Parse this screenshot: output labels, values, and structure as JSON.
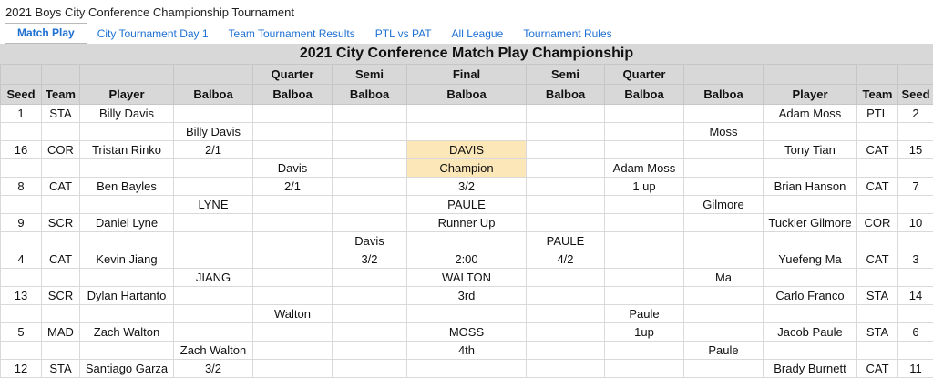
{
  "page": {
    "title": "2021 Boys City Conference Championship Tournament"
  },
  "tabs": [
    {
      "label": "Match Play",
      "active": true
    },
    {
      "label": "City Tournament Day 1",
      "active": false
    },
    {
      "label": "Team Tournament Results",
      "active": false
    },
    {
      "label": "PTL vs PAT",
      "active": false
    },
    {
      "label": "All League",
      "active": false
    },
    {
      "label": "Tournament Rules",
      "active": false
    }
  ],
  "sheet": {
    "title": "2021 City Conference Match Play Championship",
    "round_row": [
      "",
      "",
      "",
      "",
      "Quarter",
      "Semi",
      "Final",
      "Semi",
      "Quarter",
      "",
      "",
      "",
      ""
    ],
    "header_row": [
      "Seed",
      "Team",
      "Player",
      "Balboa",
      "Balboa",
      "Balboa",
      "Balboa",
      "Balboa",
      "Balboa",
      "Balboa",
      "Player",
      "Team",
      "Seed"
    ]
  },
  "grid": {
    "rows": [
      [
        "1",
        "STA",
        "Billy Davis",
        "",
        "",
        "",
        "",
        "",
        "",
        "",
        "Adam Moss",
        "PTL",
        "2"
      ],
      [
        "",
        "",
        "",
        "Billy Davis",
        "",
        "",
        "",
        "",
        "",
        "Moss",
        "",
        "",
        ""
      ],
      [
        "16",
        "COR",
        "Tristan Rinko",
        "2/1",
        "",
        "",
        "DAVIS",
        "",
        "",
        "",
        "Tony Tian",
        "CAT",
        "15"
      ],
      [
        "",
        "",
        "",
        "",
        "Davis",
        "",
        "Champion",
        "",
        "Adam Moss",
        "",
        "",
        "",
        ""
      ],
      [
        "8",
        "CAT",
        "Ben Bayles",
        "",
        "2/1",
        "",
        "3/2",
        "",
        "1 up",
        "",
        "Brian Hanson",
        "CAT",
        "7"
      ],
      [
        "",
        "",
        "",
        "LYNE",
        "",
        "",
        "PAULE",
        "",
        "",
        "Gilmore",
        "",
        "",
        ""
      ],
      [
        "9",
        "SCR",
        "Daniel Lyne",
        "",
        "",
        "",
        "Runner Up",
        "",
        "",
        "",
        "Tuckler Gilmore",
        "COR",
        "10"
      ],
      [
        "",
        "",
        "",
        "",
        "",
        "Davis",
        "",
        "PAULE",
        "",
        "",
        "",
        "",
        ""
      ],
      [
        "4",
        "CAT",
        "Kevin Jiang",
        "",
        "",
        "3/2",
        "2:00",
        "4/2",
        "",
        "",
        "Yuefeng Ma",
        "CAT",
        "3"
      ],
      [
        "",
        "",
        "",
        "JIANG",
        "",
        "",
        "WALTON",
        "",
        "",
        "Ma",
        "",
        "",
        ""
      ],
      [
        "13",
        "SCR",
        "Dylan Hartanto",
        "",
        "",
        "",
        "3rd",
        "",
        "",
        "",
        "Carlo Franco",
        "STA",
        "14"
      ],
      [
        "",
        "",
        "",
        "",
        "Walton",
        "",
        "",
        "",
        "Paule",
        "",
        "",
        "",
        ""
      ],
      [
        "5",
        "MAD",
        "Zach Walton",
        "",
        "",
        "",
        "MOSS",
        "",
        "1up",
        "",
        "Jacob Paule",
        "STA",
        "6"
      ],
      [
        "",
        "",
        "",
        "Zach Walton",
        "",
        "",
        "4th",
        "",
        "",
        "Paule",
        "",
        "",
        ""
      ],
      [
        "12",
        "STA",
        "Santiago Garza",
        "3/2",
        "",
        "",
        "",
        "",
        "",
        "",
        "Brady Burnett",
        "CAT",
        "11"
      ]
    ]
  },
  "colors": {
    "tab_link": "#1d70d3",
    "header_bg": "#d8d8d8",
    "champion_bg": "#fbe7b8",
    "bracket_line": "#5f5f5f"
  }
}
